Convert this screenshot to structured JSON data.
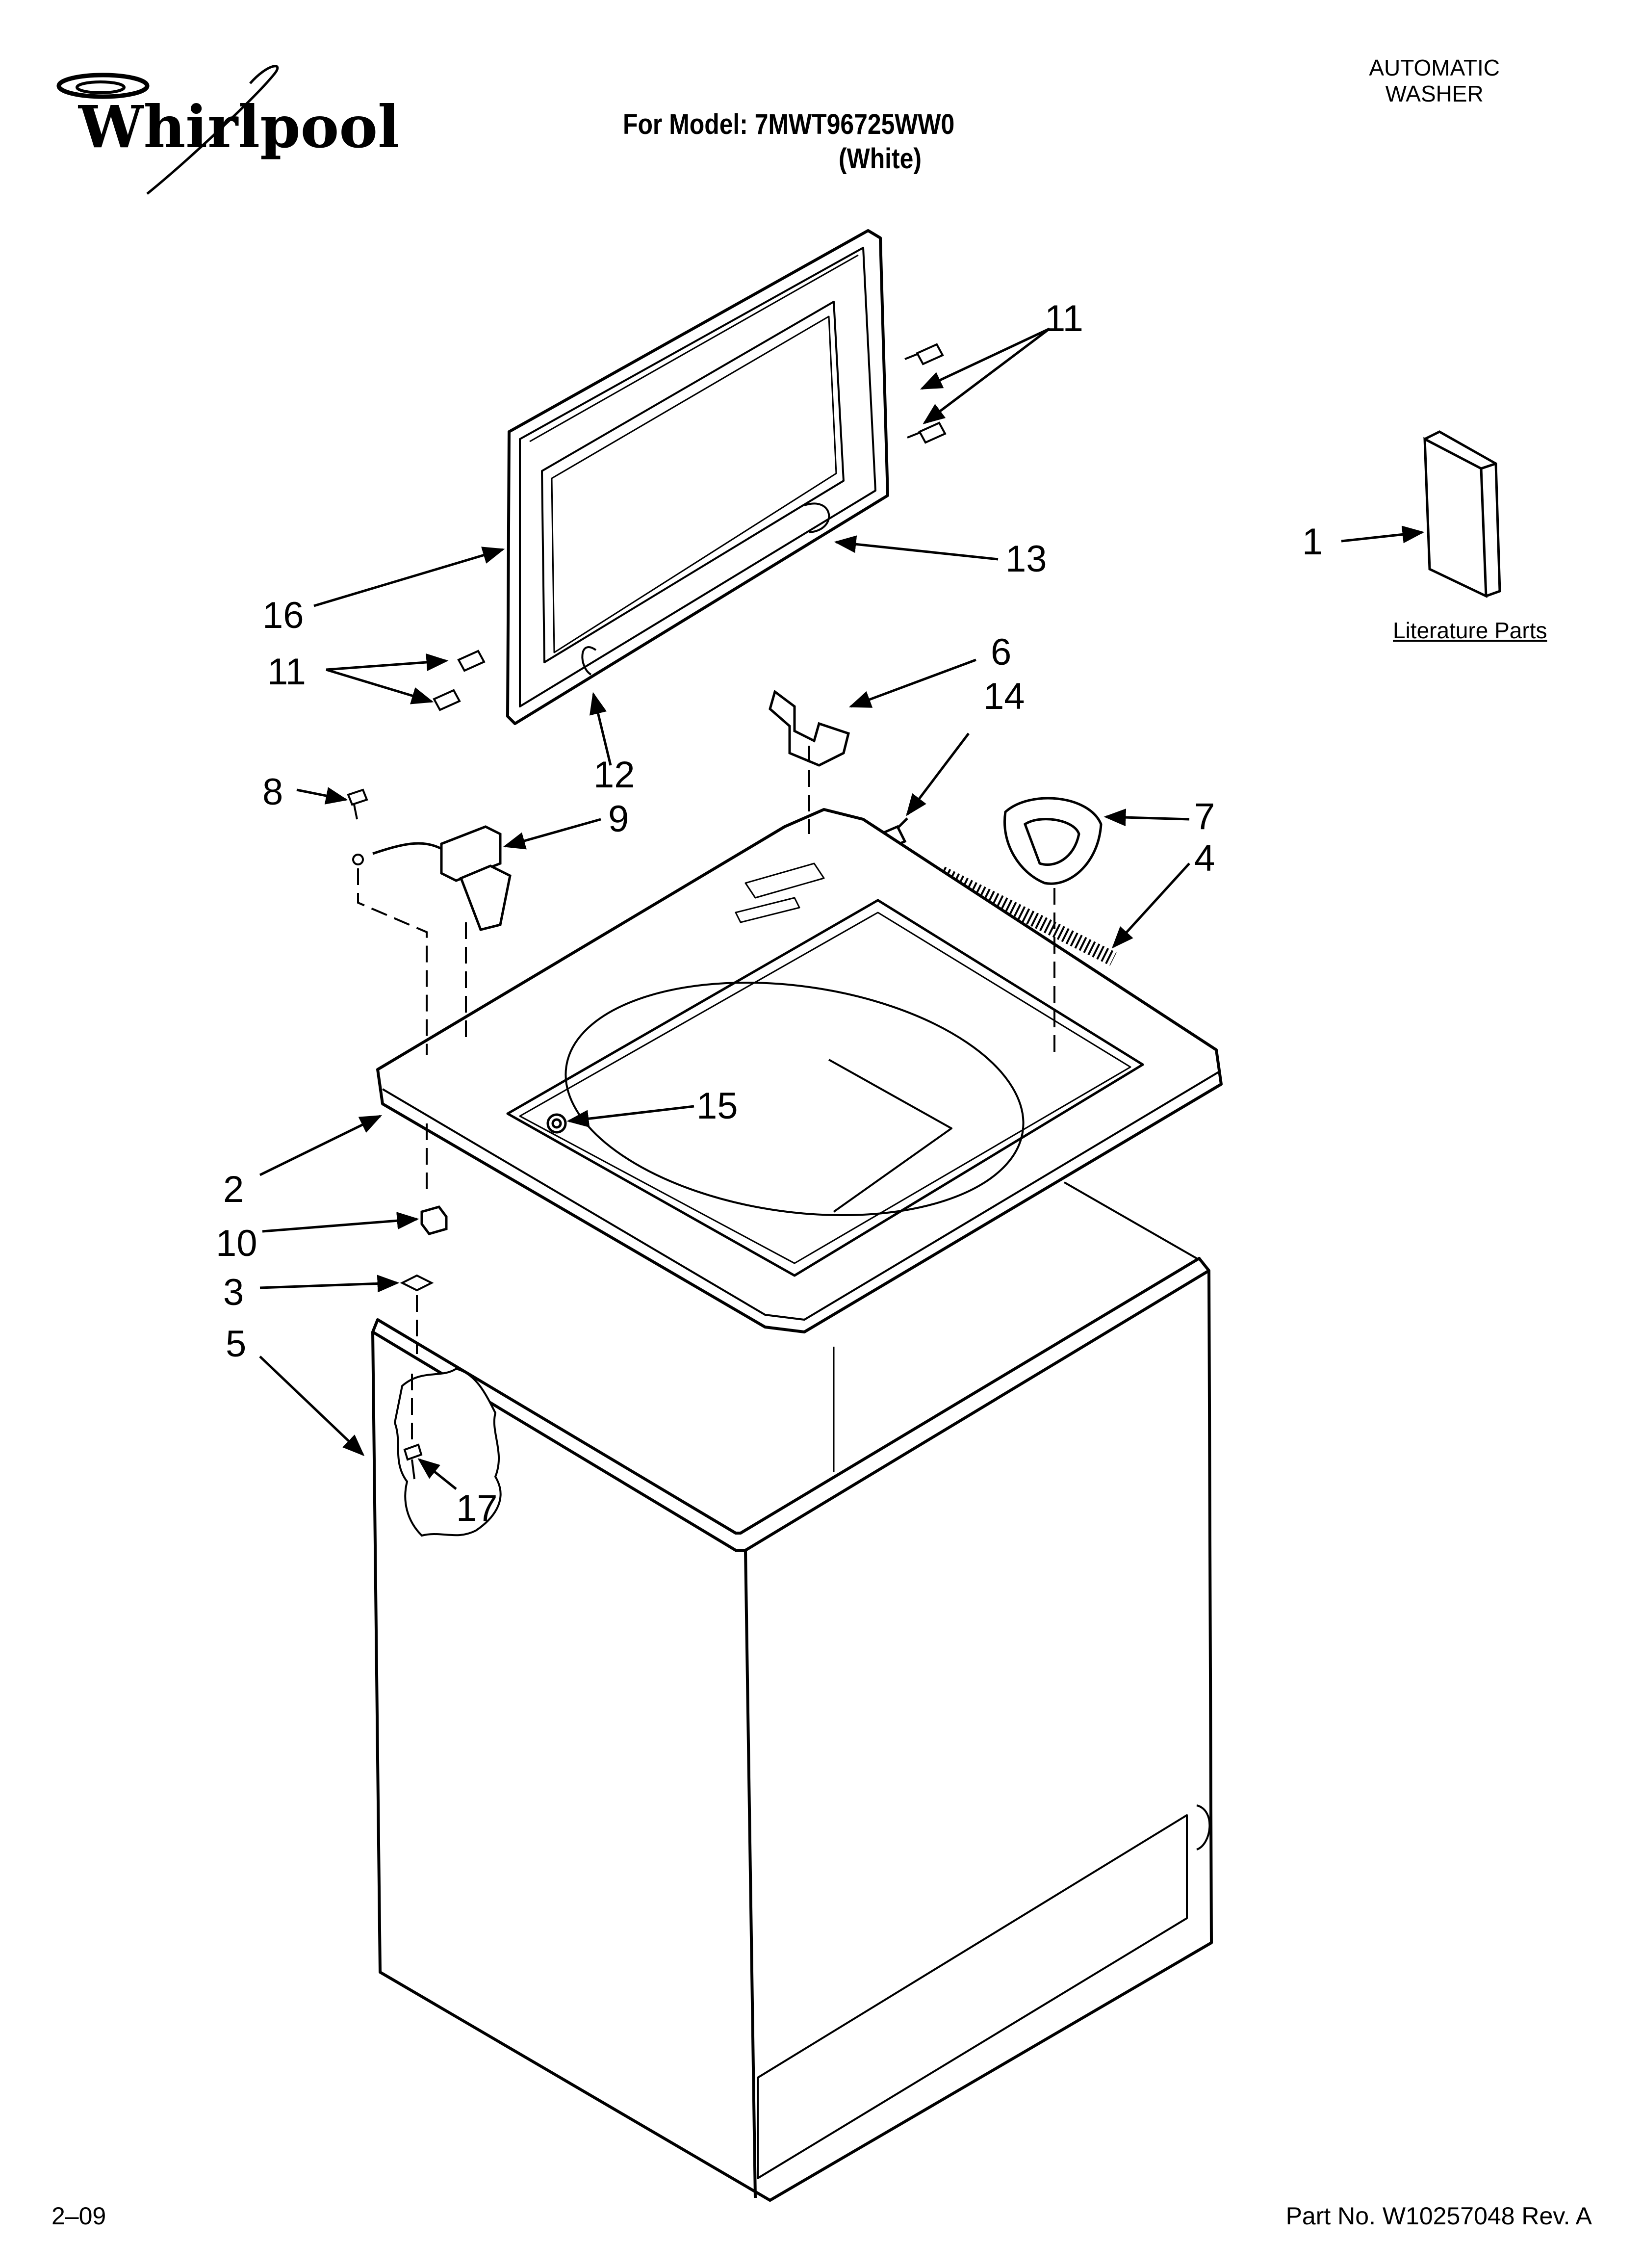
{
  "brand": {
    "logo_text": "Whirlpool"
  },
  "header": {
    "appliance_type_line1": "AUTOMATIC",
    "appliance_type_line2": "WASHER",
    "model_line": "For Model: 7MWT96725WW0",
    "color_line": "(White)"
  },
  "literature": {
    "caption": "Literature Parts"
  },
  "callouts": {
    "c1": "1",
    "c2": "2",
    "c3": "3",
    "c4": "4",
    "c5": "5",
    "c6": "6",
    "c7": "7",
    "c8": "8",
    "c9": "9",
    "c10": "10",
    "c11a": "11",
    "c11b": "11",
    "c12": "12",
    "c13": "13",
    "c14": "14",
    "c15": "15",
    "c16": "16",
    "c17": "17"
  },
  "footer": {
    "date": "2–09",
    "part_number": "Part No. W10257048 Rev. A"
  }
}
